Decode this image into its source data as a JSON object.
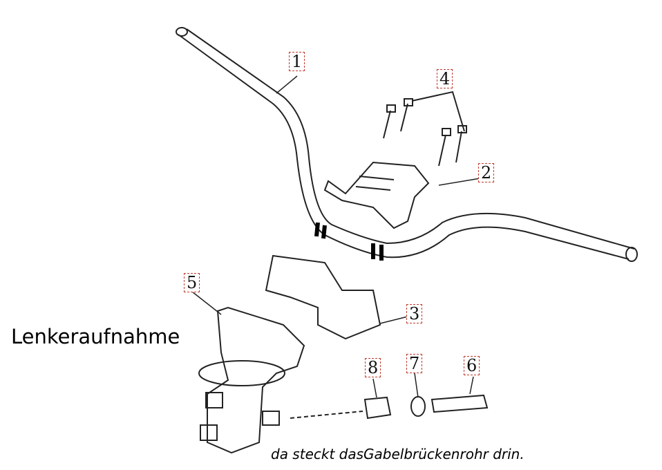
{
  "callouts": {
    "c1": "1",
    "c2": "2",
    "c3": "3",
    "c4": "4",
    "c5": "5",
    "c6": "6",
    "c7": "7",
    "c8": "8"
  },
  "annotations": {
    "left_label": "Lenkeraufnahme",
    "bottom_note": "da steckt dasGabelbrückenrohr drin."
  },
  "colors": {
    "callout_border": "#c0392b",
    "line": "#222222"
  }
}
